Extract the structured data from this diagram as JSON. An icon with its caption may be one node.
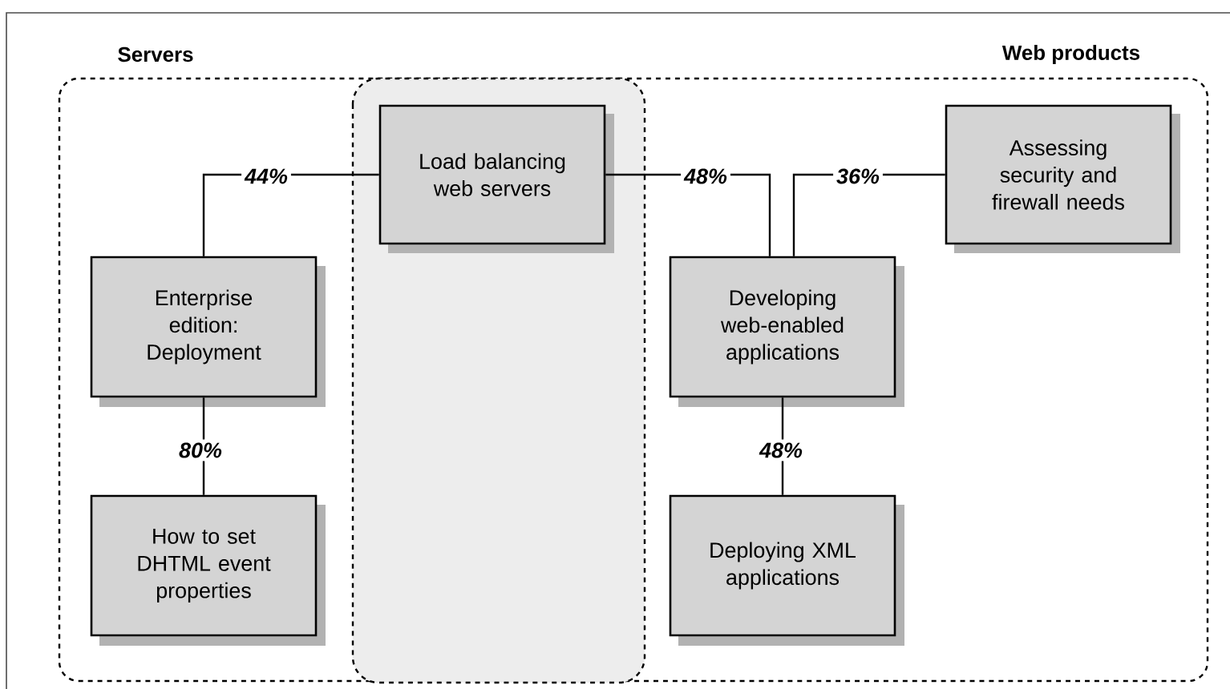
{
  "diagram": {
    "nodes": [
      {
        "text": [
          "Servers",
          "Web products"
        ]
      },
      {
        "text": [],
        "shape": "box",
        "in": 0
      },
      {
        "text": [
          "Load balancing web servers"
        ],
        "in": 1
      },
      {
        "text": [
          "Assessing security and firewall needs"
        ],
        "in": 0
      },
      {
        "text": [
          "Enterprise edition: Deployment"
        ],
        "in": 0
      },
      {
        "text": [
          "Developing web-enabled applications"
        ],
        "in": 0
      },
      {
        "text": [
          "How to set DHTML event properties"
        ],
        "in": 0
      },
      {
        "text": [
          "Deploying XML applications"
        ],
        "in": 0
      }
    ],
    "edges": [
      {
        "from": 4,
        "to": 2,
        "arrow": "none",
        "label": "44%"
      },
      {
        "from": 2,
        "to": 5,
        "arrow": "none",
        "label": "48%"
      },
      {
        "from": 3,
        "to": 5,
        "arrow": "none",
        "label": "36%"
      },
      {
        "from": 4,
        "to": 6,
        "arrow": "none",
        "label": "80%"
      },
      {
        "from": 5,
        "to": 7,
        "arrow": "none",
        "label": "48%"
      }
    ]
  }
}
